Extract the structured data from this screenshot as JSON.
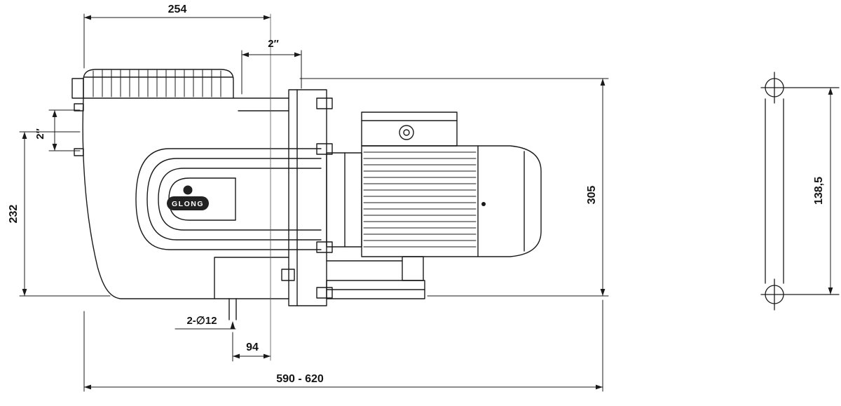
{
  "drawing": {
    "brand": "GLONG",
    "dimensions": {
      "top_width": "254",
      "outlet_port_size": "2″",
      "inlet_port_size": "2″",
      "inlet_center_height": "232",
      "overall_height": "305",
      "mounting_hole_spacing": "138,5",
      "base_hole_callout": "2-∅12",
      "base_hole_offset": "94",
      "overall_length_range": "590 - 620"
    }
  }
}
